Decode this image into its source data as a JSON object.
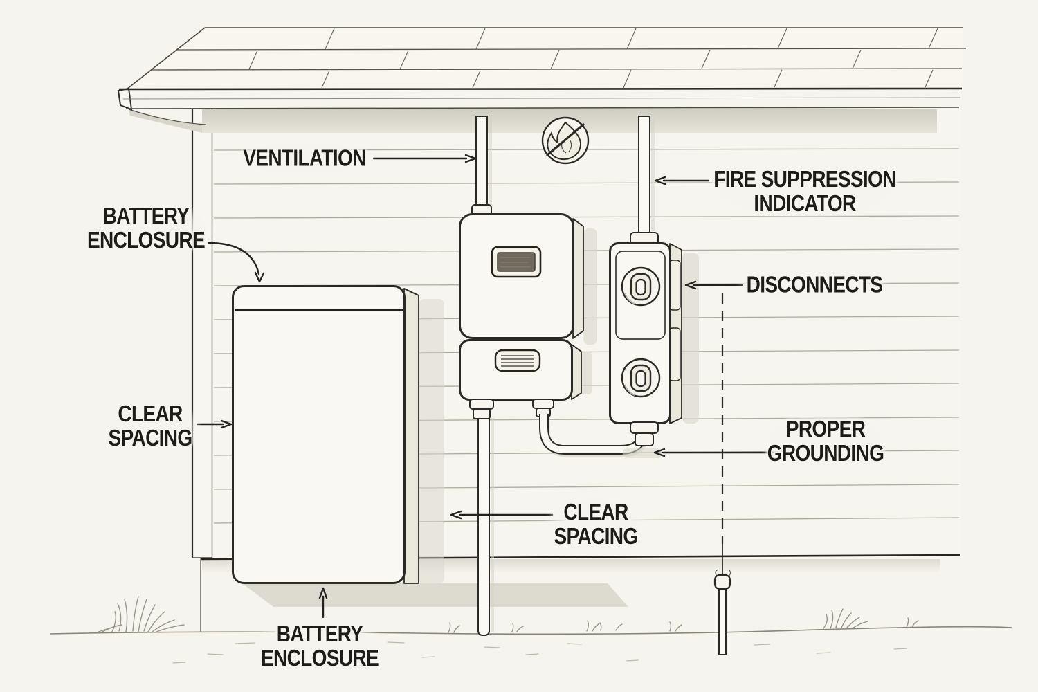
{
  "labels": {
    "ventilation": {
      "line1": "VENTILATION"
    },
    "fire_suppression": {
      "line1": "FIRE SUPPRESSION",
      "line2": "INDICATOR"
    },
    "battery_enclosure_top": {
      "line1": "BATTERY",
      "line2": "ENCLOSURE"
    },
    "disconnects": {
      "line1": "DISCONNECTS"
    },
    "clear_spacing_left": {
      "line1": "CLEAR",
      "line2": "SPACING"
    },
    "proper_grounding": {
      "line1": "PROPER",
      "line2": "GROUNDING"
    },
    "clear_spacing_center": {
      "line1": "CLEAR",
      "line2": "SPACING"
    },
    "battery_enclosure_bottom": {
      "line1": "BATTERY",
      "line2": "ENCLOSURE"
    }
  },
  "icons": {
    "fire_suppression_indicator": "no-flame-icon"
  },
  "colors": {
    "paper": "#f6f4ee",
    "ink": "#2b2a26",
    "line_soft": "#aeab9f",
    "shadow": "#d8d5ca",
    "screen": "#6f6a5d",
    "label_text": "#1d1c19"
  }
}
